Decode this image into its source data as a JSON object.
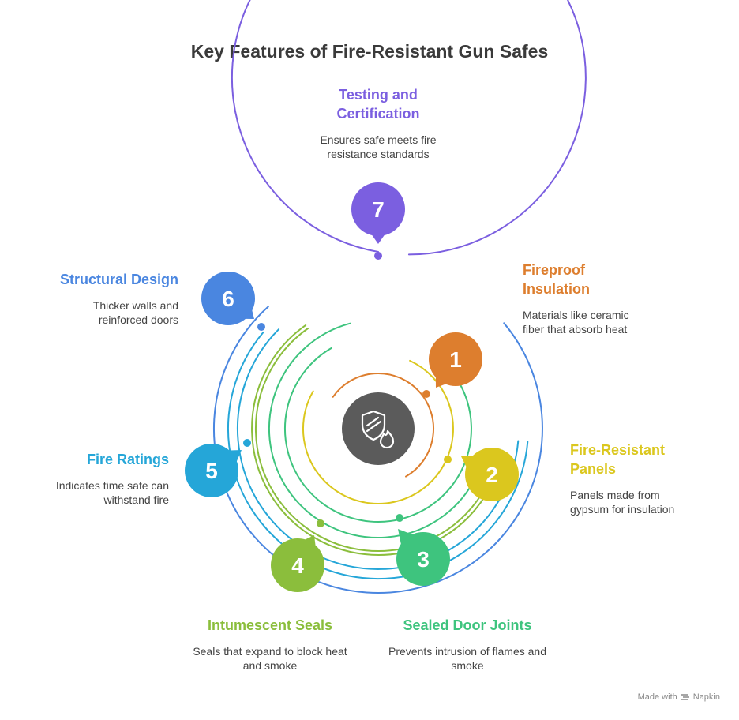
{
  "title": "Key Features of Fire-Resistant Gun Safes",
  "center_icon": "shield-fire-icon",
  "features": [
    {
      "number": "1",
      "title": "Fireproof Insulation",
      "description": "Materials like ceramic fiber that absorb heat",
      "color": "#DD7E2E"
    },
    {
      "number": "2",
      "title": "Fire-Resistant Panels",
      "description": "Panels made from gypsum for insulation",
      "color": "#DBC71E"
    },
    {
      "number": "3",
      "title": "Sealed Door Joints",
      "description": "Prevents intrusion of flames and smoke",
      "color": "#3EC47E"
    },
    {
      "number": "4",
      "title": "Intumescent Seals",
      "description": "Seals that expand to block heat and smoke",
      "color": "#8BBE3C"
    },
    {
      "number": "5",
      "title": "Fire Ratings",
      "description": "Indicates time safe can withstand fire",
      "color": "#25A6D8"
    },
    {
      "number": "6",
      "title": "Structural Design",
      "description": "Thicker walls and reinforced doors",
      "color": "#4A86E0"
    },
    {
      "number": "7",
      "title": "Testing and Certification",
      "description": "Ensures safe meets fire resistance standards",
      "color": "#7B5FE0"
    }
  ],
  "footer": {
    "text": "Made with",
    "brand": "Napkin"
  }
}
